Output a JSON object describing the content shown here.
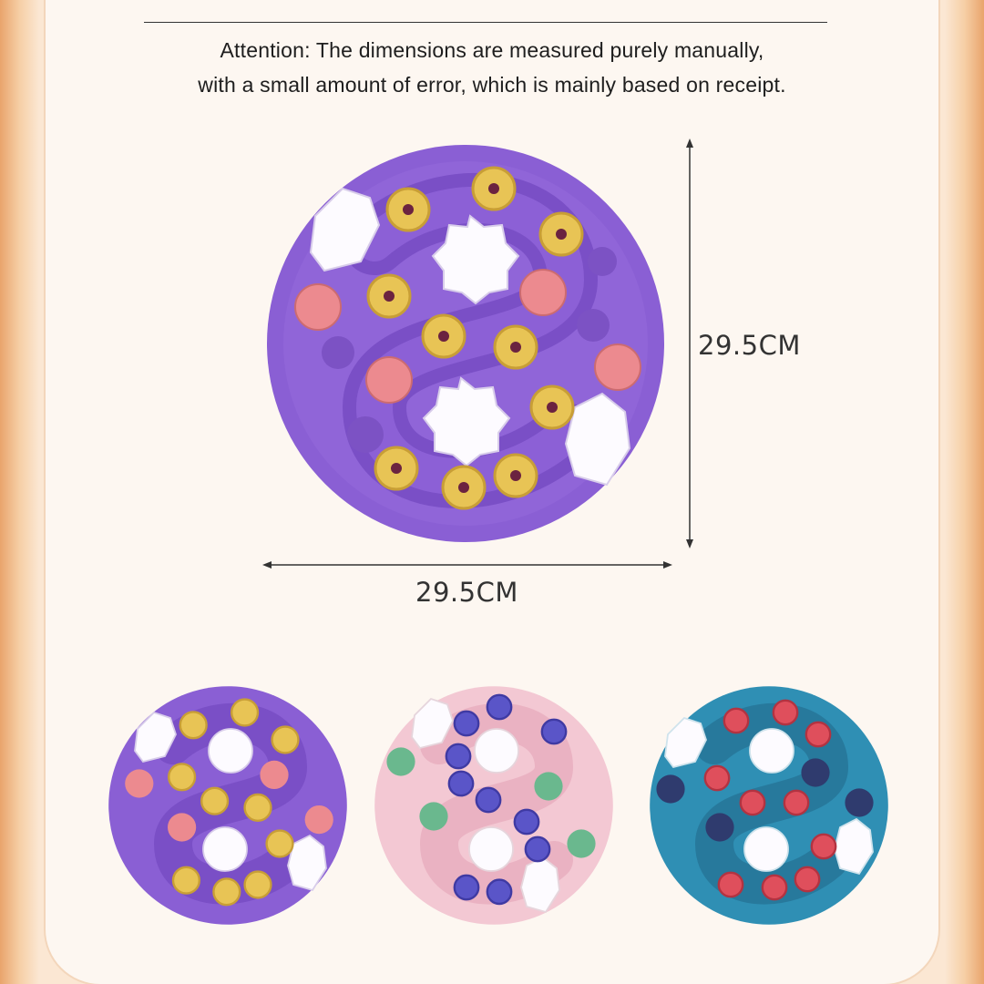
{
  "attention": {
    "line1": "Attention: The dimensions are measured purely manually,",
    "line2": "with a small amount of error, which is mainly based on receipt."
  },
  "dimensions": {
    "height_label": "29.5CM",
    "width_label": "29.5CM"
  },
  "products": [
    {
      "name": "purple-feeder",
      "base": "#8a5fd4",
      "track": "#7a4fc6",
      "pegs": "#e8c455",
      "balls": "#ec8a8f"
    },
    {
      "name": "pink-feeder",
      "base": "#f3c8d3",
      "track": "#eab2c2",
      "pegs": "#5a55c8",
      "balls": "#6ab88e"
    },
    {
      "name": "blue-feeder",
      "base": "#2f8fb4",
      "track": "#27799c",
      "pegs": "#df4f5c",
      "balls": "#2f3b6e"
    }
  ]
}
